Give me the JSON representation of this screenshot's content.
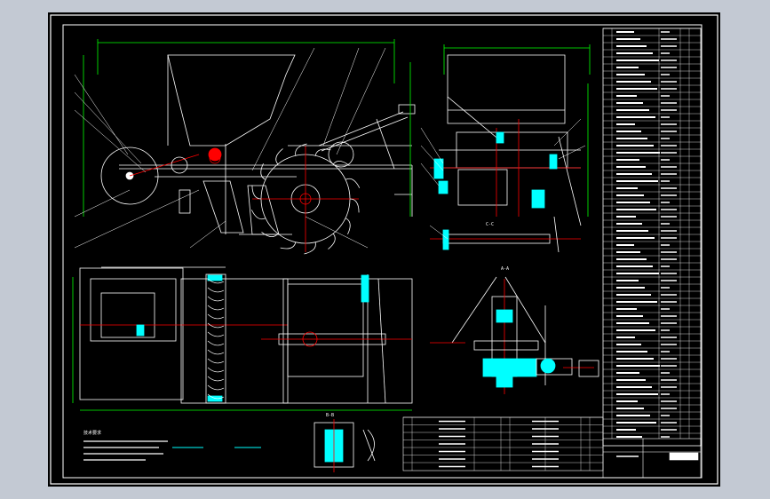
{
  "drawing": {
    "background": "#000000",
    "frame_color": "#ffffff",
    "geometry_color": "#ffffff",
    "dimension_color": "#00ff00",
    "centerline_color": "#ff0000",
    "hatch_color": "#00ffff",
    "leader_color": "#ff00ff",
    "section_labels": [
      "C-C",
      "B-B",
      "A-A"
    ],
    "notes_title": "技术要求"
  }
}
